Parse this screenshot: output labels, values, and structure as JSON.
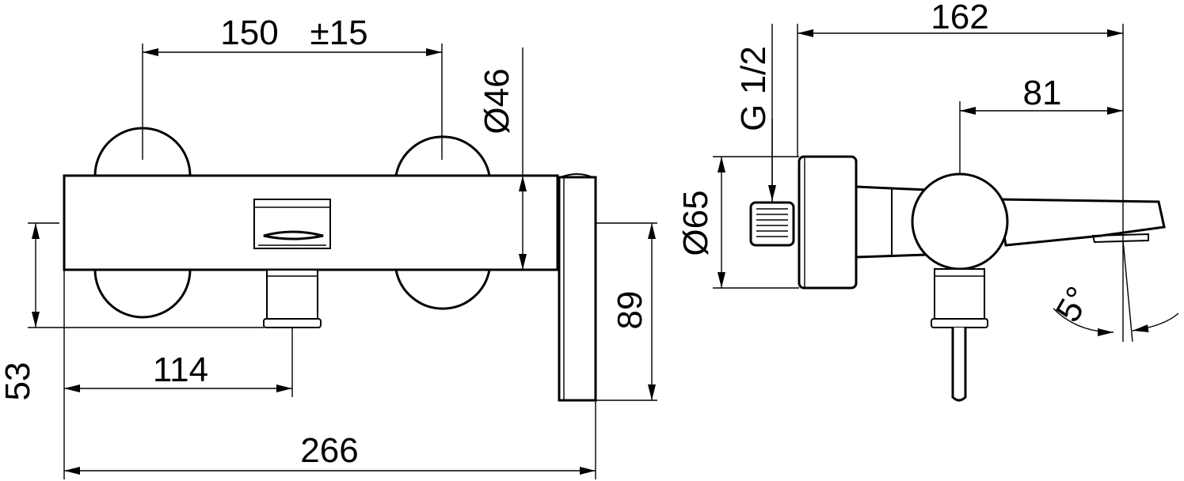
{
  "dimensions": {
    "handle_spacing": "150",
    "handle_spacing_tolerance": "±15",
    "handle_diameter": "Ø46",
    "overall_length": "266",
    "outlet_offset": "114",
    "outlet_height": "53",
    "lever_length": "89",
    "projection": "162",
    "spout_offset": "81",
    "flange_diameter": "Ø65",
    "connection_thread": "G 1/2",
    "spout_angle": "5°"
  }
}
